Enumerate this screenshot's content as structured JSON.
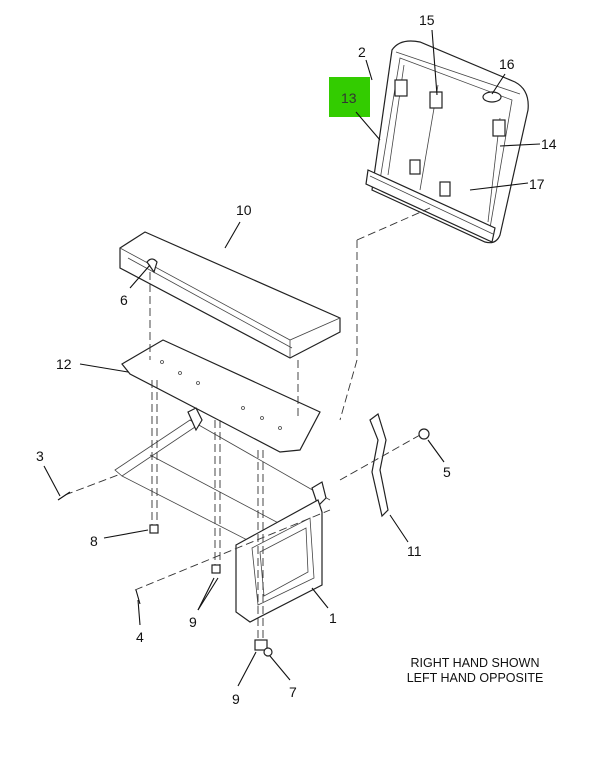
{
  "callouts": {
    "c1": "1",
    "c2": "2",
    "c3": "3",
    "c4": "4",
    "c5": "5",
    "c6": "6",
    "c7": "7",
    "c8": "8",
    "c9a": "9",
    "c9b": "9",
    "c10": "10",
    "c11": "11",
    "c12": "12",
    "c13": "13",
    "c14": "14",
    "c15": "15",
    "c16": "16",
    "c17": "17"
  },
  "highlight": {
    "label": "13",
    "color": "#33cc00"
  },
  "note": {
    "line1": "RIGHT HAND SHOWN",
    "line2": "LEFT HAND OPPOSITE"
  }
}
